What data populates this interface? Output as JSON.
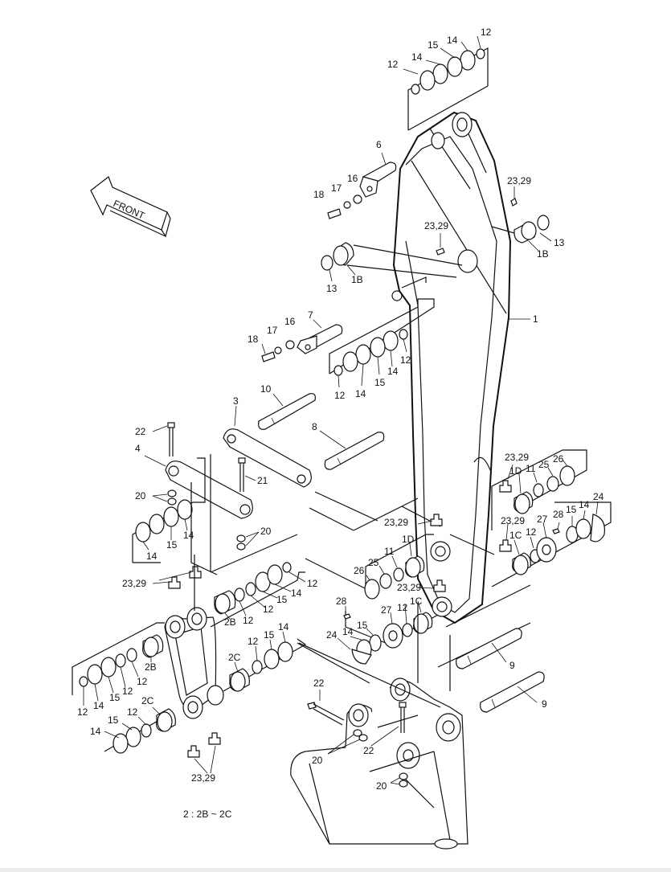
{
  "diagram": {
    "front_label": "FRONT",
    "note": "2 : 2B ~ 2C",
    "labels": {
      "l1": "1",
      "l1b_left": "1B",
      "l1b_right": "1B",
      "l1c_a": "1C",
      "l1c_b": "1C",
      "l1d_a": "1D",
      "l1d_b": "1D",
      "l2b_a": "2B",
      "l2b_b": "2B",
      "l2c_a": "2C",
      "l2c_b": "2C",
      "l3": "3",
      "l4": "4",
      "l6": "6",
      "l7": "7",
      "l8": "8",
      "l9_a": "9",
      "l9_b": "9",
      "l10": "10",
      "l11_a": "11",
      "l11_b": "11",
      "l12_t1": "12",
      "l12_t2": "12",
      "l12_m1": "12",
      "l12_m2": "12",
      "l12_r1": "12",
      "l12_r2": "12",
      "l12_r3": "12",
      "l12_l1": "12",
      "l12_l2": "12",
      "l12_l3": "12",
      "l12_l4": "12",
      "l12_l5": "12",
      "l13_left": "13",
      "l13_right": "13",
      "l14_t1": "14",
      "l14_t2": "14",
      "l14_m1": "14",
      "l14_m2": "14",
      "l14_l1": "14",
      "l14_l2": "14",
      "l14_l3": "14",
      "l14_l4": "14",
      "l14_l5": "14",
      "l14_r1": "14",
      "l14_r2": "14",
      "l14_r3": "14",
      "l15_t": "15",
      "l15_m": "15",
      "l15_l1": "15",
      "l15_l2": "15",
      "l15_l3": "15",
      "l15_l4": "15",
      "l15_r1": "15",
      "l15_r2": "15",
      "l15_r3": "15",
      "l16_a": "16",
      "l16_b": "16",
      "l17_a": "17",
      "l17_b": "17",
      "l18_a": "18",
      "l18_b": "18",
      "l20_a": "20",
      "l20_b": "20",
      "l20_c": "20",
      "l20_d": "20",
      "l21": "21",
      "l22_a": "22",
      "l22_b": "22",
      "l22_c": "22",
      "l2329_a": "23,29",
      "l2329_b": "23,29",
      "l2329_c": "23,29",
      "l2329_d": "23,29",
      "l2329_e": "23,29",
      "l2329_f": "23,29",
      "l2329_g": "23,29",
      "l2329_h": "23,29",
      "l24_a": "24",
      "l24_b": "24",
      "l25_a": "25",
      "l25_b": "25",
      "l26_a": "26",
      "l26_b": "26",
      "l27_a": "27",
      "l27_b": "27",
      "l28_a": "28",
      "l28_b": "28"
    }
  }
}
